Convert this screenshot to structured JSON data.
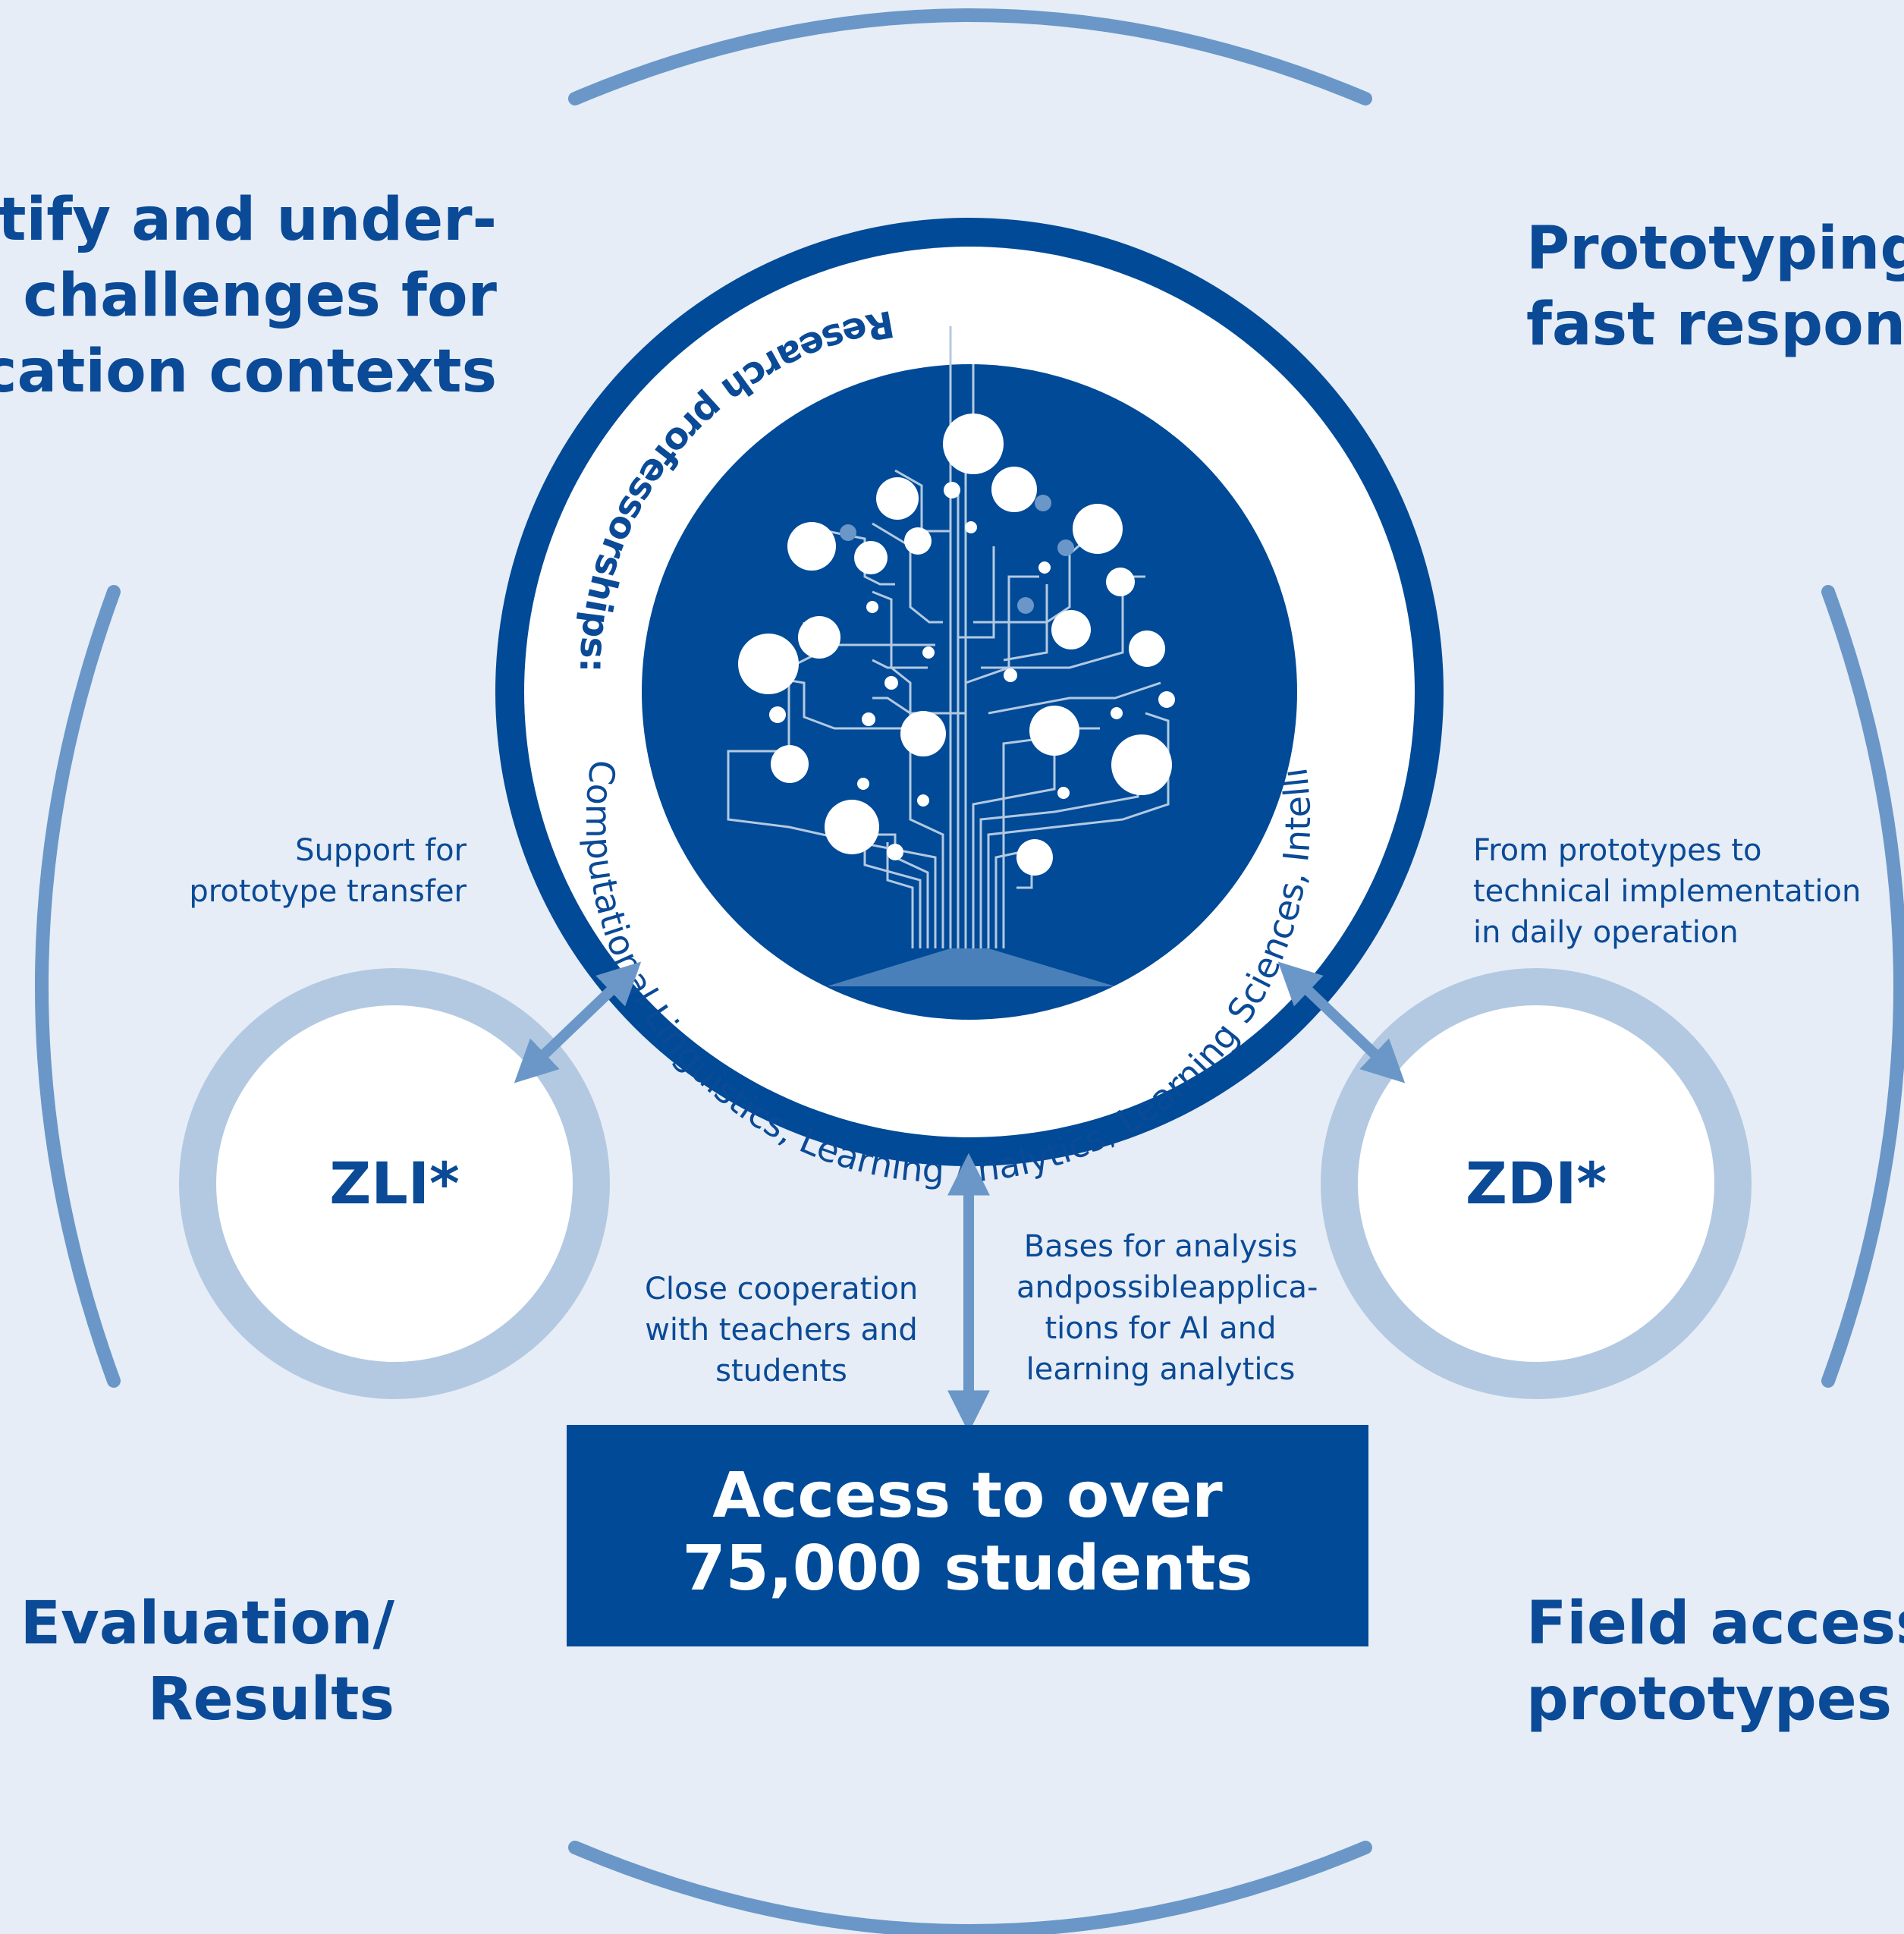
{
  "phases": {
    "identify": [
      "Identify and under-",
      "stand challenges for",
      "application contexts"
    ],
    "prototyping": [
      "Prototyping/",
      "fast response"
    ],
    "evaluation": [
      "Evaluation/",
      "Results"
    ],
    "field_access": [
      "Field access",
      "prototypes"
    ]
  },
  "research_ring": {
    "title": "Research professorships:",
    "fields": "Computational Linguistics, Learning Analytics, Learning Sciences, Intelligent & Interactive Systems"
  },
  "hubs": {
    "left": "ZLI*",
    "right": "ZDI*"
  },
  "links": {
    "left": [
      "Support for",
      "prototype transfer"
    ],
    "right": [
      "From prototypes to",
      "technical implementation",
      "in daily operation"
    ],
    "bottom_left": [
      "Close cooperation",
      "with teachers and",
      "students"
    ],
    "bottom_right": [
      "Bases for analysis",
      "andpossibleapplica-",
      "tions for AI and",
      "learning analytics"
    ]
  },
  "access_box": [
    "Access to over",
    "75,000 students"
  ],
  "colors": {
    "background": "#e6edf6",
    "dark_blue": "#004a97",
    "mid_blue": "#6a97c8",
    "light_blue": "#b3c9e1",
    "white": "#ffffff"
  },
  "icons": [
    "circuit-tree-icon"
  ]
}
